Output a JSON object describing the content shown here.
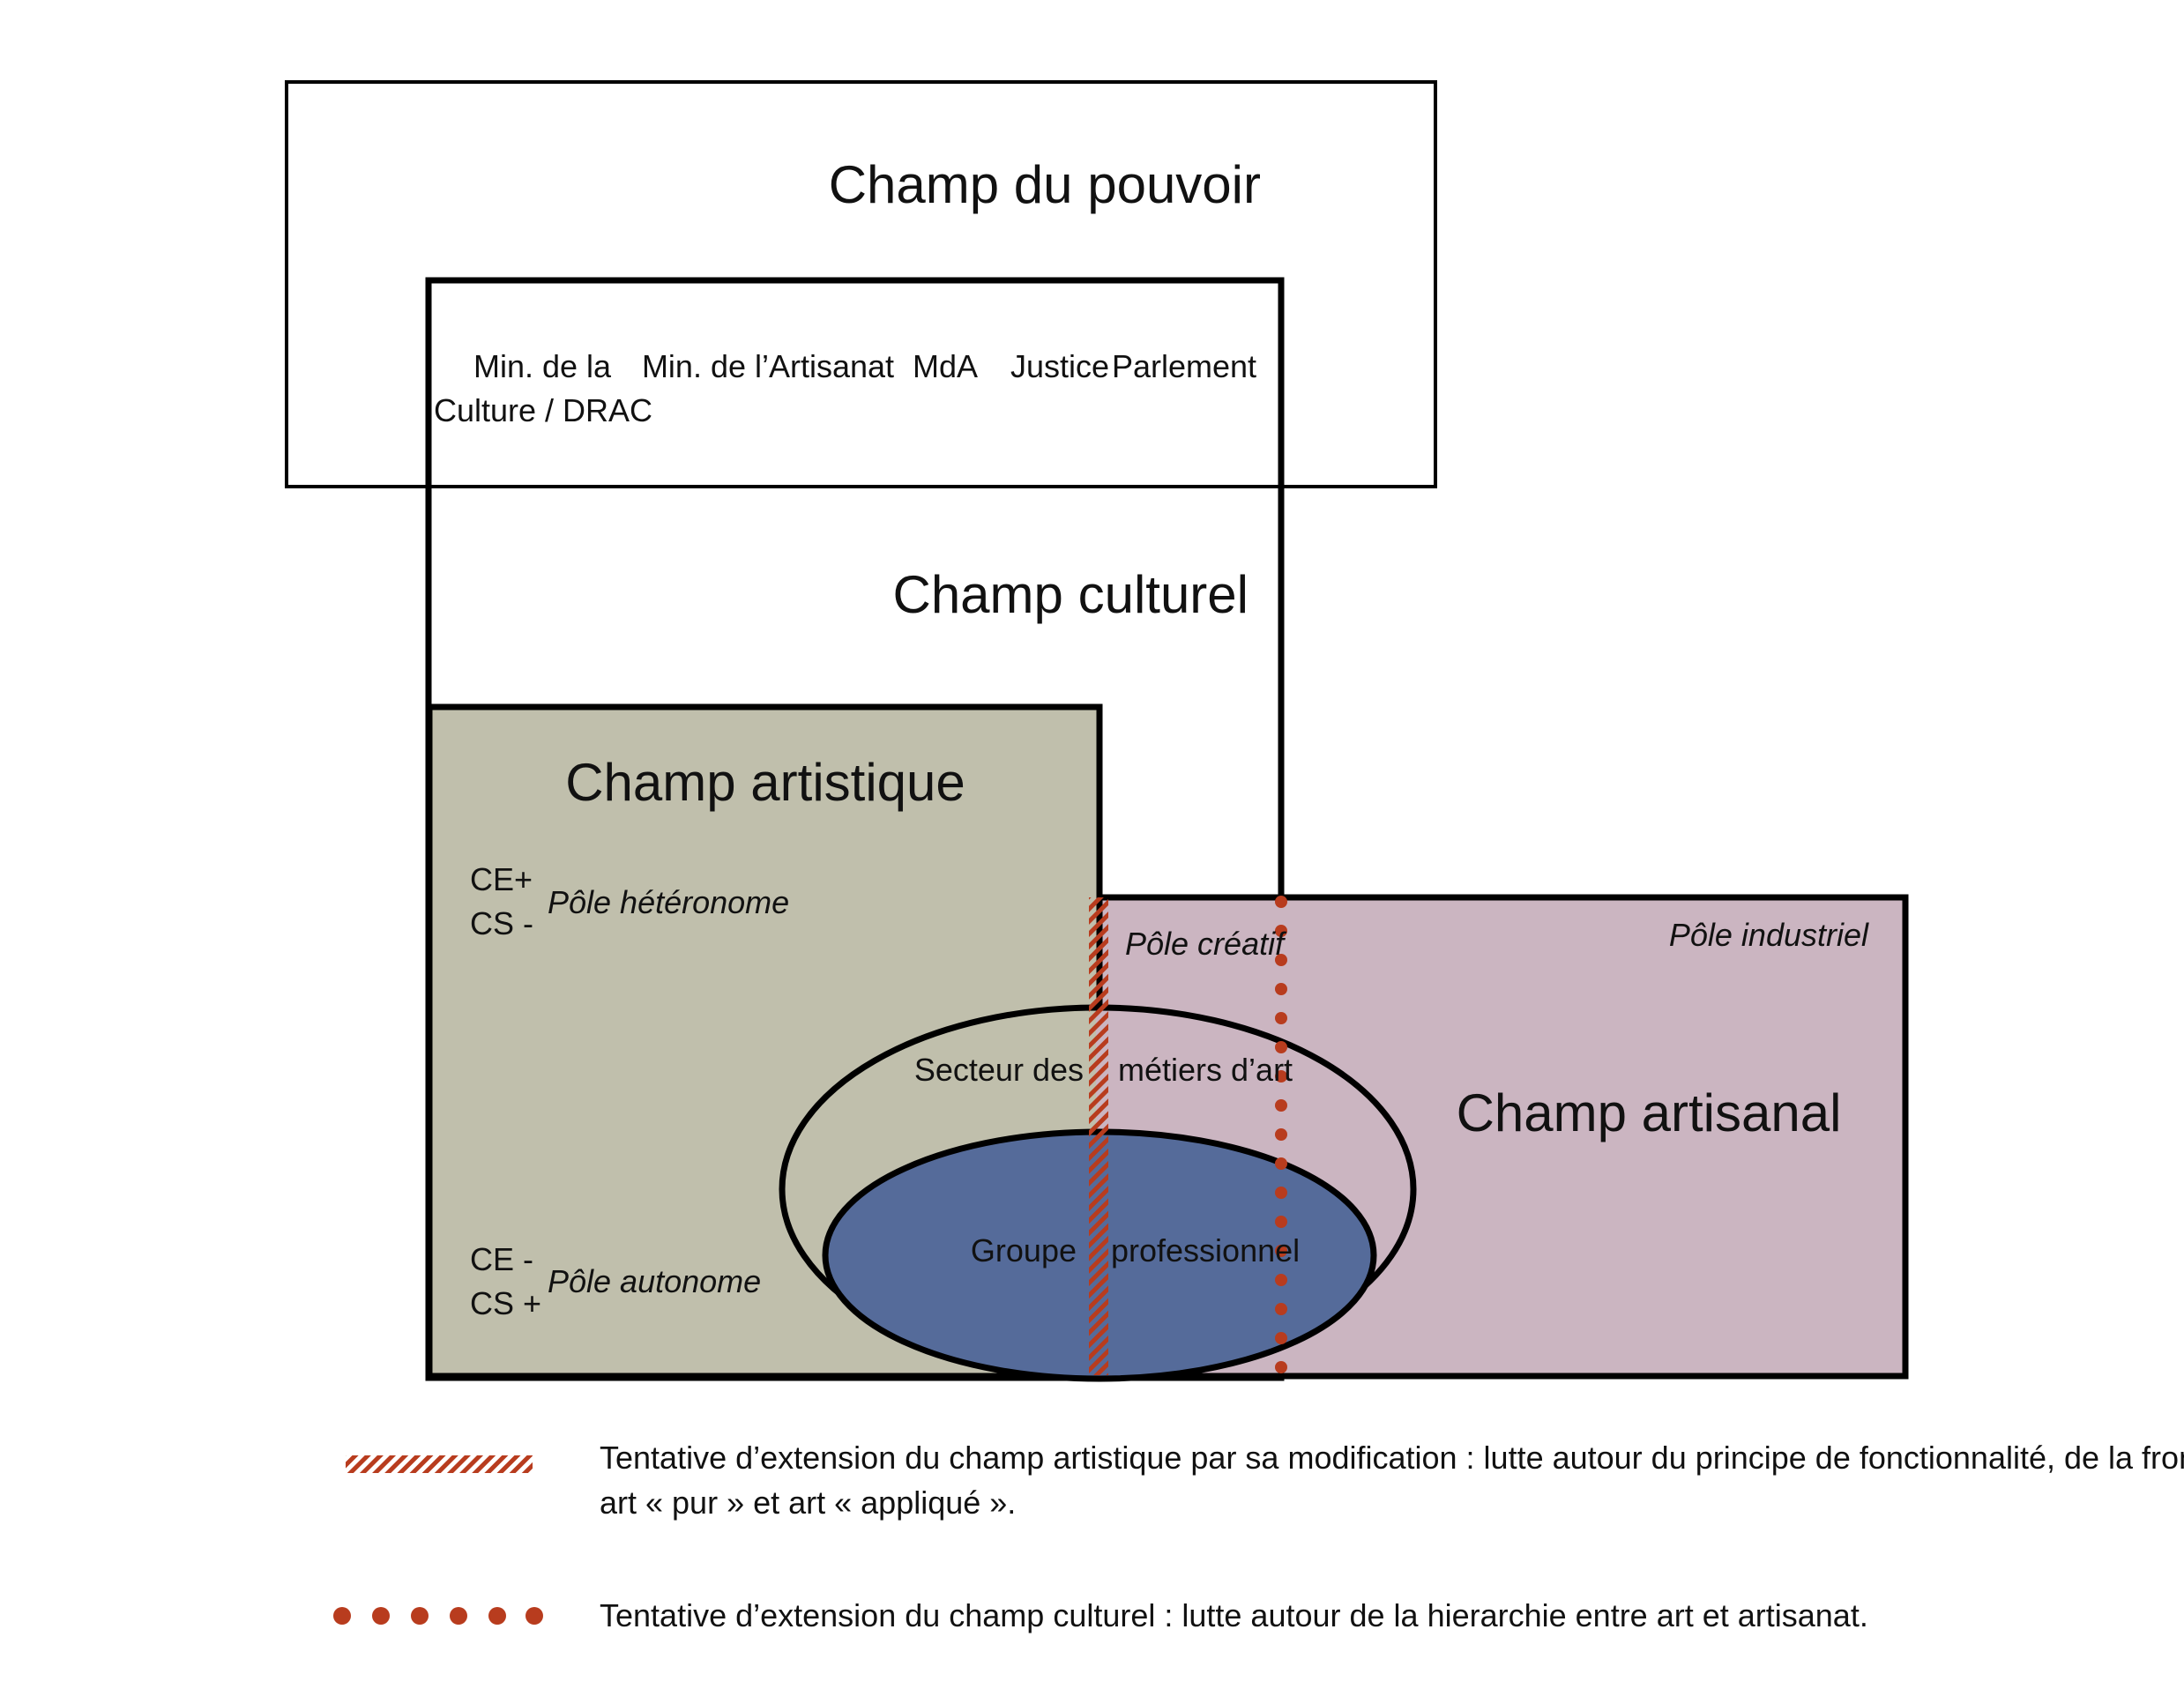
{
  "colors": {
    "artistique_fill": "#c0bfac",
    "artisanal_fill": "#cbb5c1",
    "groupe_fill": "#556b9a",
    "accent_red": "#b83c1e",
    "stroke": "#000000"
  },
  "fields": {
    "pouvoir": "Champ du pouvoir",
    "culturel": "Champ culturel",
    "artistique": "Champ artistique",
    "artisanal": "Champ artisanal"
  },
  "institutions": {
    "culture_line1": "Min. de la",
    "culture_line2": "Culture / DRAC",
    "artisanat": "Min. de l’Artisanat",
    "mda": "MdA",
    "justice": "Justice",
    "parlement": "Parlement"
  },
  "poles": {
    "heteronome_ce": "CE+",
    "heteronome_cs": "CS -",
    "heteronome": "Pôle hétéronome",
    "autonome_ce": "CE -",
    "autonome_cs": "CS +",
    "autonome": "Pôle autonome",
    "creatif": "Pôle créatif",
    "industriel": "Pôle industriel"
  },
  "ellipses": {
    "secteur_left": "Secteur des",
    "secteur_right": "métiers d’art",
    "groupe_left": "Groupe",
    "groupe_right": "professionnel"
  },
  "legend": {
    "hatched_line1": "Tentative d’extension  du champ artistique par sa modification :  lutte autour du principe de fonctionnalité, de la frontière",
    "hatched_line2": "art « pur » et art « appliqué ».",
    "dotted": "Tentative d’extension du champ culturel : lutte autour de la hierarchie entre art et artisanat."
  }
}
